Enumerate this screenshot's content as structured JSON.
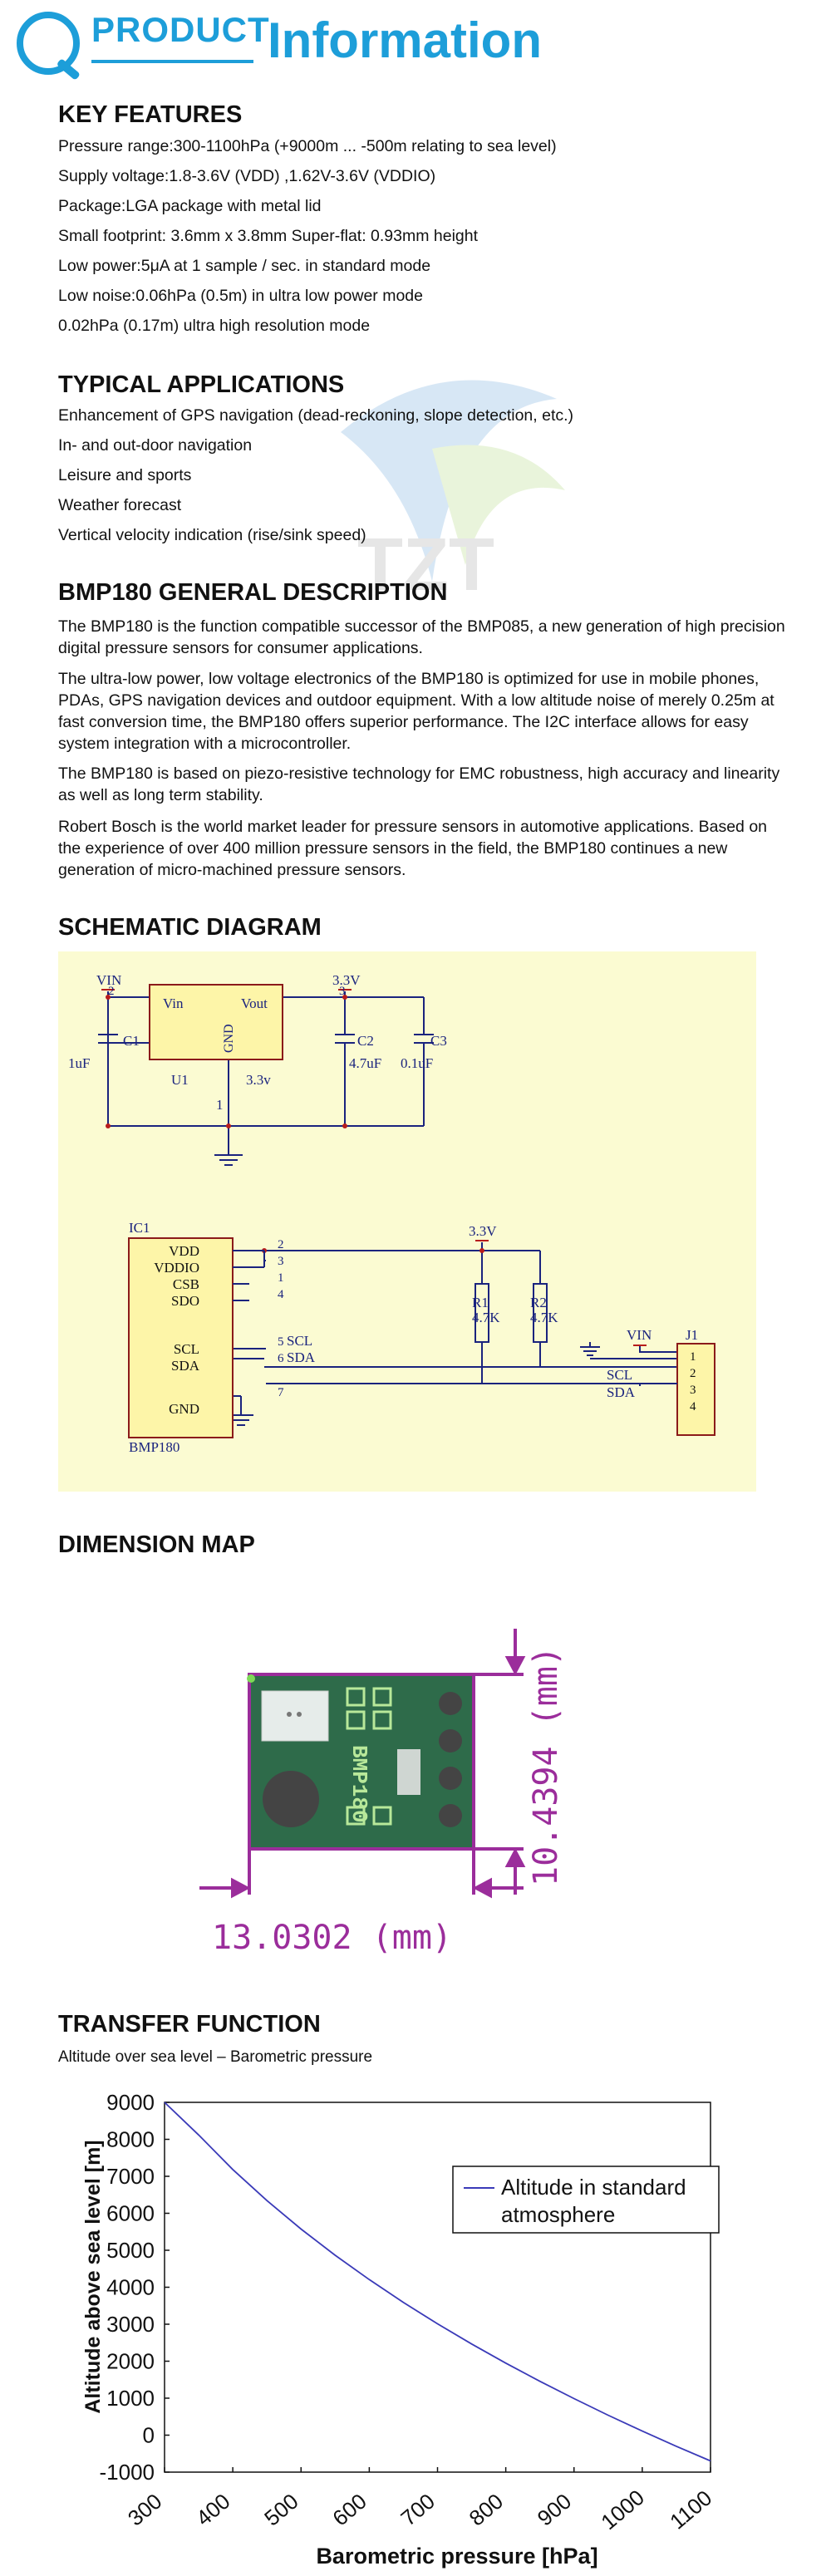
{
  "header": {
    "product": "PRODUCT",
    "information": "Information"
  },
  "key_features": {
    "title": "KEY FEATURES",
    "items": [
      "Pressure range:300-1100hPa (+9000m ... -500m relating to sea level)",
      "Supply voltage:1.8-3.6V (VDD) ,1.62V-3.6V (VDDIO)",
      "Package:LGA package with metal lid",
      "Small footprint:   3.6mm x 3.8mm Super-flat:   0.93mm height",
      "Low power:5μA at 1 sample / sec. in standard mode",
      "Low noise:0.06hPa (0.5m) in ultra low power mode",
      "0.02hPa (0.17m) ultra high resolution mode"
    ]
  },
  "typical_applications": {
    "title": "TYPICAL APPLICATIONS",
    "items": [
      "Enhancement of GPS navigation (dead-reckoning, slope detection, etc.)",
      "In- and out-door navigation",
      "Leisure and sports",
      "Weather forecast",
      "Vertical velocity indication (rise/sink speed)"
    ]
  },
  "general_description": {
    "title": "BMP180 GENERAL DESCRIPTION",
    "paragraphs": [
      "The BMP180 is the function compatible successor of the BMP085, a new generation of high precision digital pressure sensors for consumer applications.",
      "The ultra-low power, low voltage electronics of the BMP180 is optimized for use in mobile phones, PDAs, GPS navigation devices and outdoor equipment. With a low altitude noise of merely 0.25m at fast conversion time, the BMP180 offers superior performance. The I2C interface allows for easy system integration with a microcontroller.",
      "The BMP180 is based on piezo-resistive technology for EMC robustness, high accuracy and linearity as well as long term stability.",
      "Robert Bosch is the world market leader for pressure sensors in automotive applications. Based on the experience of over 400 million pressure sensors in the field, the BMP180 continues a new generation of micro-machined pressure sensors."
    ]
  },
  "schematic": {
    "title": "SCHEMATIC DIAGRAM",
    "reg": {
      "vin": "VIN",
      "pin2": "2",
      "v33": "3.3V",
      "pin3": "3",
      "vin_in": "Vin",
      "vout": "Vout",
      "gnd": "GND",
      "c1": "C1",
      "c1_val": "1uF",
      "c2": "C2",
      "c2_val": "4.7uF",
      "c3": "C3",
      "c3_val": "0.1uF",
      "u1": "U1",
      "out_v": "3.3v",
      "pin1": "1"
    },
    "ic": {
      "ic1": "IC1",
      "chip": "BMP180",
      "v33": "3.3V",
      "pins": [
        "VDD",
        "VDDIO",
        "CSB",
        "SDO",
        "SCL",
        "SDA",
        "GND"
      ],
      "pin_nums": [
        "2",
        "3",
        "1",
        "4",
        "5",
        "6",
        "7"
      ],
      "scl_net": "SCL",
      "sda_net": "SDA",
      "r1": "R1",
      "r1_val": "4.7K",
      "r2": "R2",
      "r2_val": "4.7K",
      "vin": "VIN",
      "j1": "J1",
      "j1_pins": [
        "1",
        "2",
        "3",
        "4"
      ],
      "j_scl": "SCL",
      "j_sda": "SDA"
    }
  },
  "dimension_map": {
    "title": "DIMENSION MAP",
    "height_label": "10.4394 (mm)",
    "width_label": "13.0302 (mm)",
    "board_text": "BMP180"
  },
  "transfer_function": {
    "title": "TRANSFER FUNCTION",
    "subtitle": "Altitude over sea level – Barometric pressure"
  },
  "watermark": "TZT",
  "chart_data": {
    "type": "line",
    "xlabel": "Barometric pressure [hPa]",
    "ylabel": "Altitude above sea level [m]",
    "xlim": [
      300,
      1100
    ],
    "ylim": [
      -1000,
      9000
    ],
    "x_ticks": [
      300,
      400,
      500,
      600,
      700,
      800,
      900,
      1000,
      1100
    ],
    "y_ticks": [
      9000,
      8000,
      7000,
      6000,
      5000,
      4000,
      3000,
      2000,
      1000,
      0,
      -1000
    ],
    "grid": false,
    "legend_position": "top-right",
    "series": [
      {
        "name": "Altitude in standard atmosphere",
        "color": "#3a3ab8",
        "x": [
          300,
          350,
          400,
          450,
          500,
          550,
          600,
          650,
          700,
          750,
          800,
          850,
          900,
          950,
          1000,
          1050,
          1100
        ],
        "y": [
          9164,
          8117,
          7185,
          6344,
          5574,
          4865,
          4206,
          3591,
          3012,
          2466,
          1949,
          1457,
          988,
          540,
          111,
          -301,
          -697
        ]
      }
    ]
  }
}
